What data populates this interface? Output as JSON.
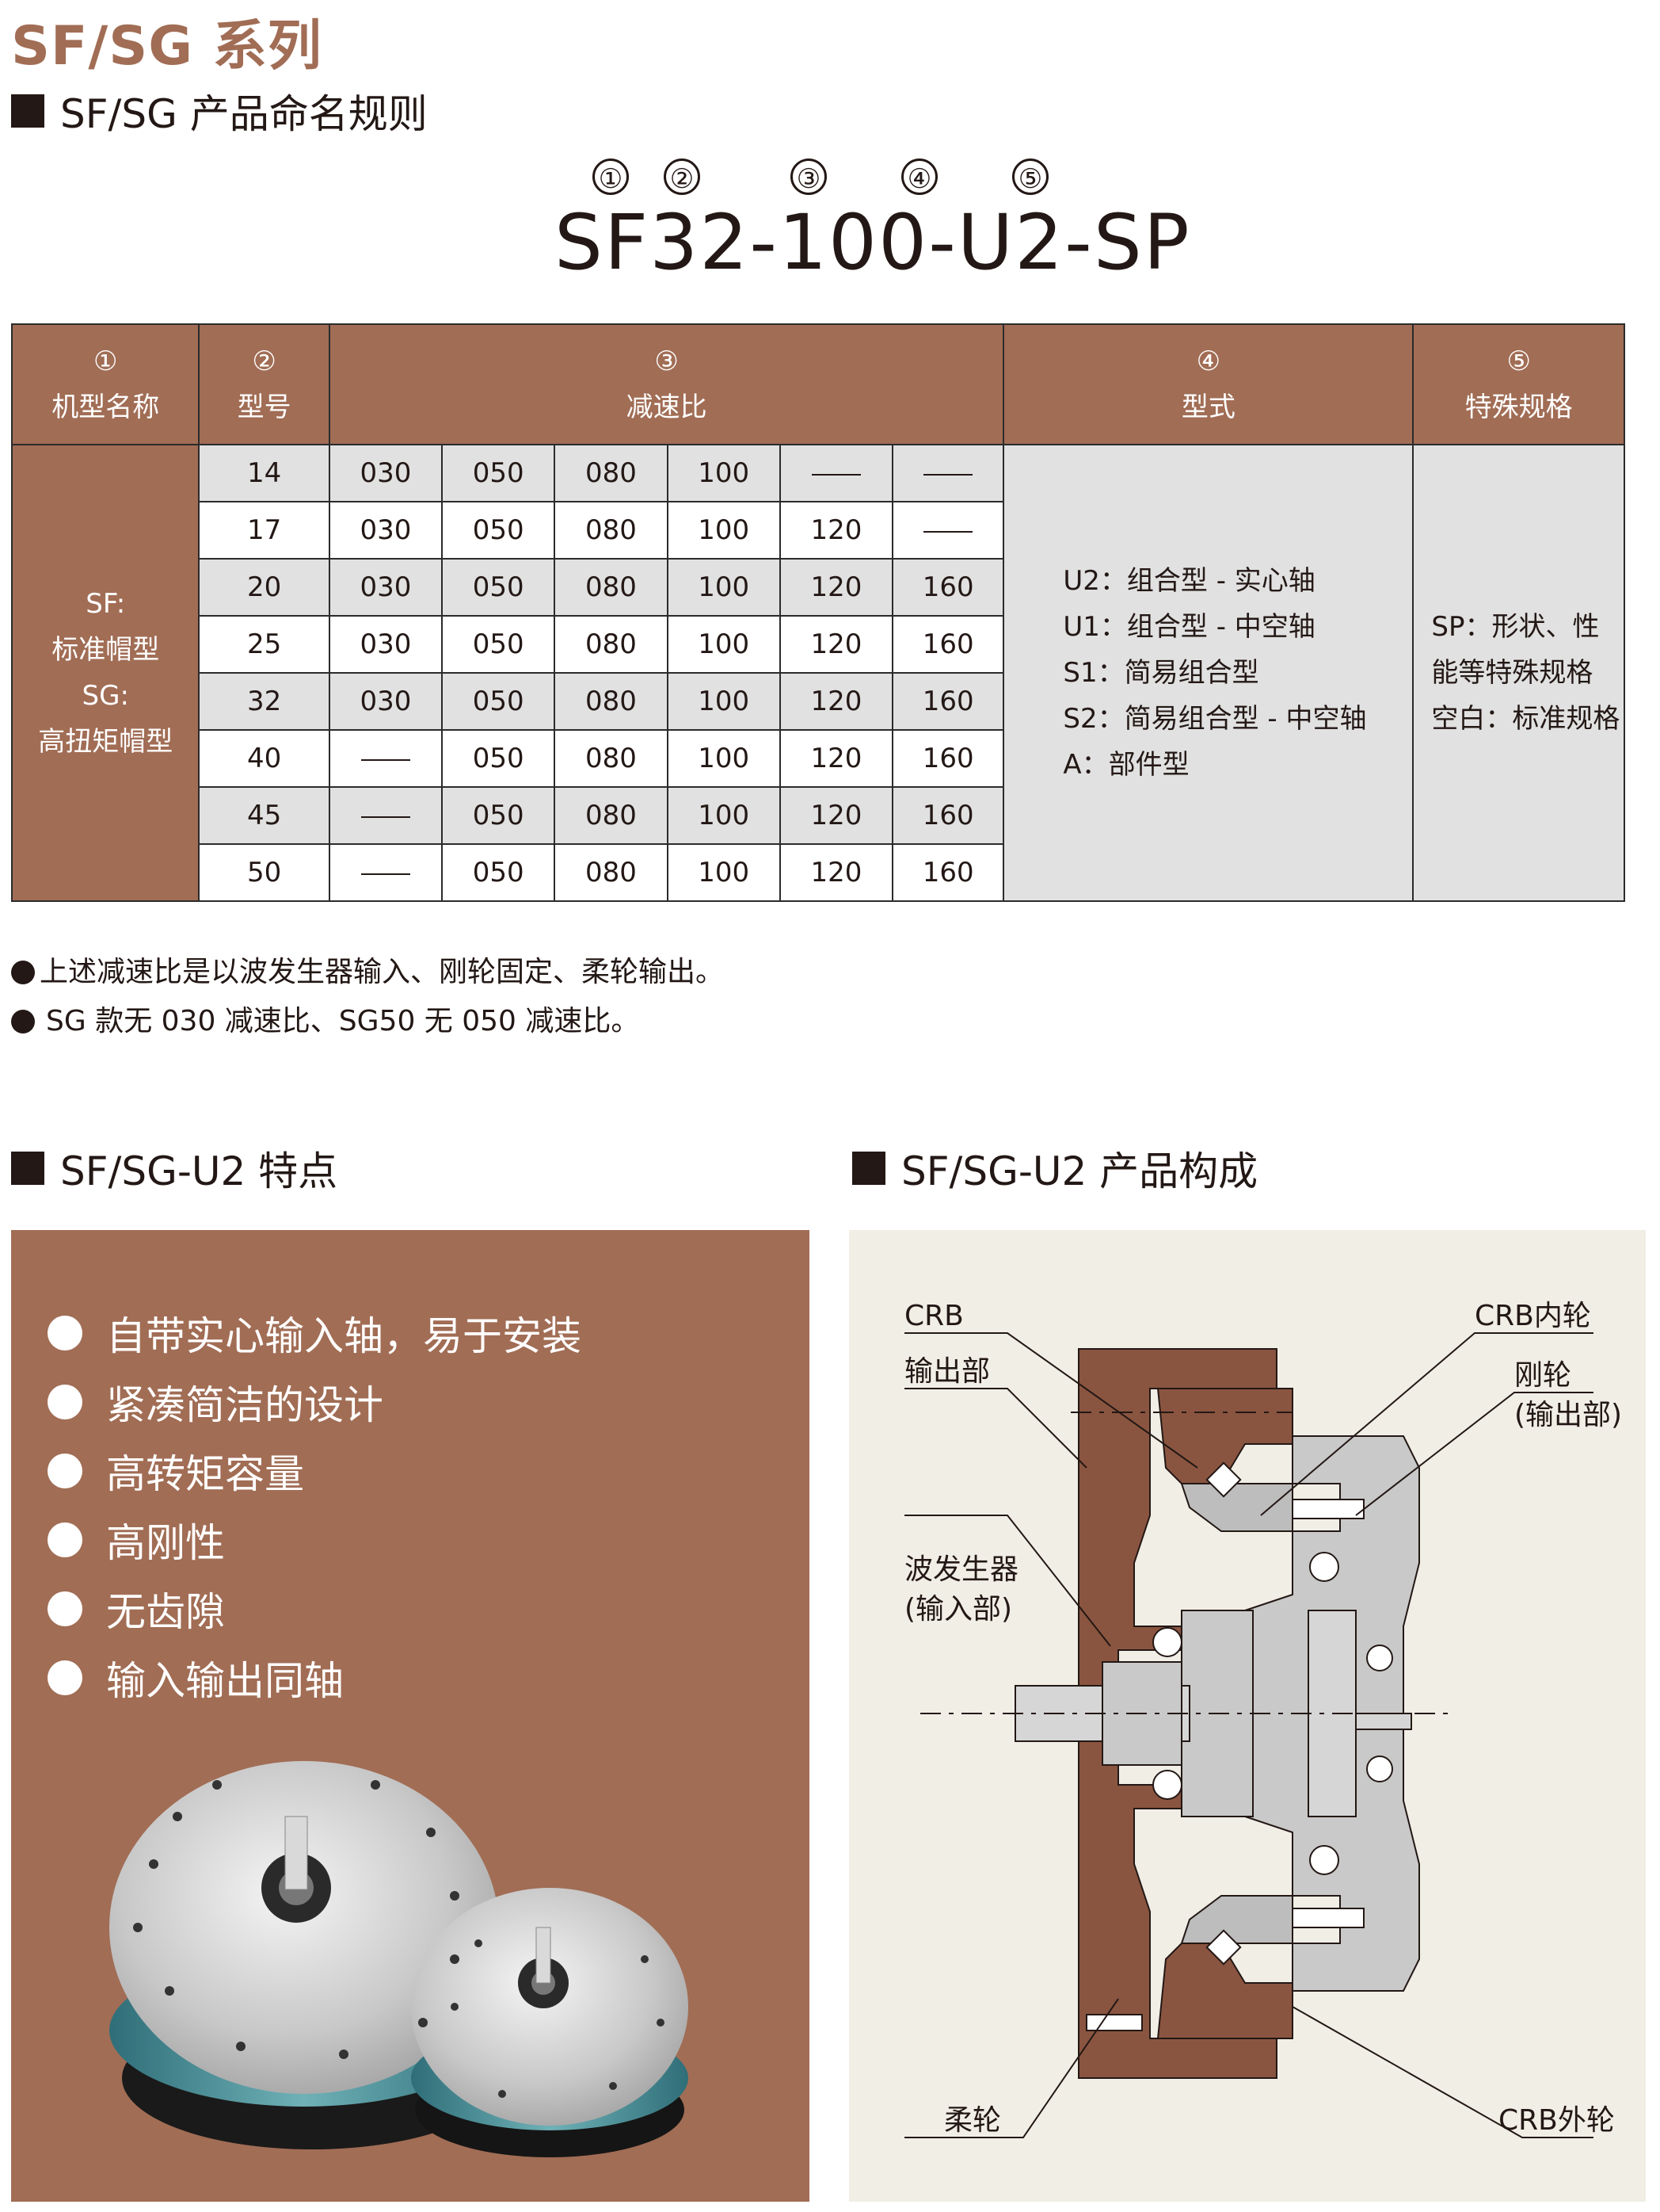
{
  "page_title": "SF/SG 系列",
  "section_naming": "SF/SG 产品命名规则",
  "code": {
    "markers": [
      "①",
      "②",
      "③",
      "④",
      "⑤"
    ],
    "text": "SF32-100-U2-SP"
  },
  "table": {
    "headers": [
      {
        "num": "①",
        "label": "机型名称"
      },
      {
        "num": "②",
        "label": "型号"
      },
      {
        "num": "③",
        "label": "减速比"
      },
      {
        "num": "④",
        "label": "型式"
      },
      {
        "num": "⑤",
        "label": "特殊规格"
      }
    ],
    "model_names": [
      "SF:",
      "标准帽型",
      "SG:",
      "高扭矩帽型"
    ],
    "rows": [
      {
        "model": "14",
        "ratios": [
          "030",
          "050",
          "080",
          "100",
          "—",
          "—"
        ]
      },
      {
        "model": "17",
        "ratios": [
          "030",
          "050",
          "080",
          "100",
          "120",
          "—"
        ]
      },
      {
        "model": "20",
        "ratios": [
          "030",
          "050",
          "080",
          "100",
          "120",
          "160"
        ]
      },
      {
        "model": "25",
        "ratios": [
          "030",
          "050",
          "080",
          "100",
          "120",
          "160"
        ]
      },
      {
        "model": "32",
        "ratios": [
          "030",
          "050",
          "080",
          "100",
          "120",
          "160"
        ]
      },
      {
        "model": "40",
        "ratios": [
          "—",
          "050",
          "080",
          "100",
          "120",
          "160"
        ]
      },
      {
        "model": "45",
        "ratios": [
          "—",
          "050",
          "080",
          "100",
          "120",
          "160"
        ]
      },
      {
        "model": "50",
        "ratios": [
          "—",
          "050",
          "080",
          "100",
          "120",
          "160"
        ]
      }
    ],
    "types": [
      "U2：组合型 - 实心轴",
      "U1：组合型 - 中空轴",
      "S1：简易组合型",
      "S2：简易组合型 - 中空轴",
      "A：部件型"
    ],
    "special": [
      "SP：形状、性",
      "能等特殊规格",
      "空白：标准规格"
    ]
  },
  "notes": [
    "上述减速比是以波发生器输入、刚轮固定、柔轮输出。",
    "SG 款无 030 减速比、SG50 无 050 减速比。"
  ],
  "section_features": "SF/SG-U2 特点",
  "section_composition": "SF/SG-U2 产品构成",
  "features": [
    "自带实心输入轴，易于安装",
    "紧凑简洁的设计",
    "高转矩容量",
    "高刚性",
    "无齿隙",
    "输入输出同轴"
  ],
  "diagram_labels": {
    "crb": "CRB",
    "crb_inner": "CRB内轮",
    "output": "输出部",
    "circular_spline": "刚轮",
    "circular_spline_sub": "(输出部)",
    "wave_generator": "波发生器",
    "wave_generator_sub": "(输入部)",
    "flexspline": "柔轮",
    "crb_outer": "CRB外轮"
  },
  "colors": {
    "brand": "#a16d55",
    "table_gray": "#e1e1e1",
    "diagram_bg": "#f1eee6",
    "metal": "#c9c9c9",
    "brown_part": "#8a5540"
  }
}
